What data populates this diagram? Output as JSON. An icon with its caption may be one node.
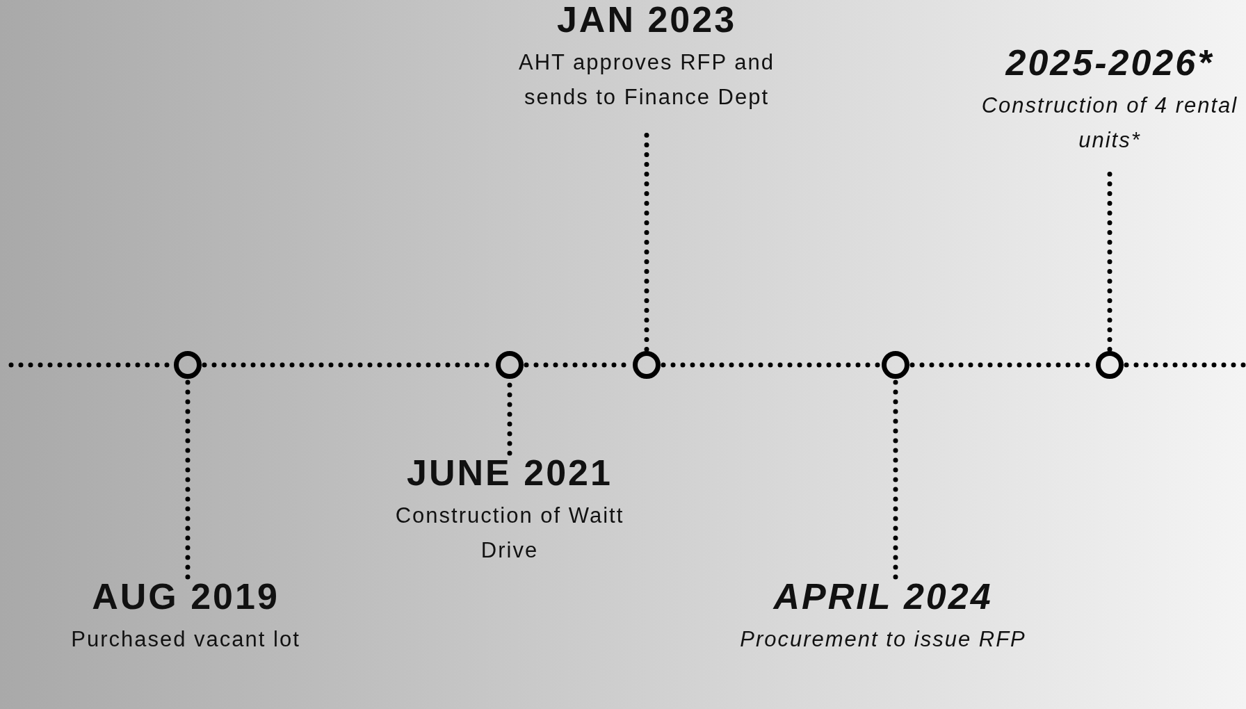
{
  "diagram": {
    "nodes": [
      {
        "text": [
          "JAN 2023",
          "AHT approves RFP and sends to Finance Dept"
        ]
      },
      {
        "text": [
          "2025-2026*",
          "Construction of 4 rental units*"
        ]
      },
      {
        "text": [],
        "shape": "circle"
      },
      {
        "text": [],
        "shape": "circle"
      },
      {
        "text": [],
        "shape": "circle"
      },
      {
        "text": [],
        "shape": "circle"
      },
      {
        "text": [],
        "shape": "circle"
      },
      {
        "text": [
          "JUNE 2021",
          "Construction of Waitt Drive"
        ]
      },
      {
        "text": [
          "AUG 2019",
          "Purchased vacant lot"
        ]
      },
      {
        "text": [
          "APRIL 2024",
          "Procurement to issue RFP"
        ]
      }
    ],
    "edges": [
      {
        "from": 0,
        "to": 4,
        "arrow": "none"
      },
      {
        "from": 1,
        "to": 6,
        "arrow": "none"
      },
      {
        "from": 7,
        "to": 3,
        "arrow": "none"
      },
      {
        "from": 8,
        "to": 2,
        "arrow": "none"
      },
      {
        "from": 9,
        "to": 5,
        "arrow": "none"
      }
    ]
  }
}
